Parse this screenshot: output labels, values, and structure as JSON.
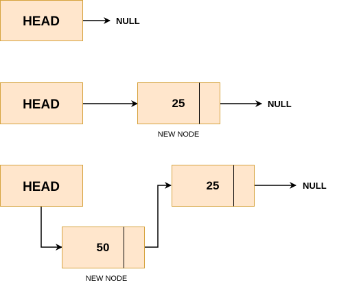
{
  "colors": {
    "box_fill": "#ffe6cc",
    "box_stroke": "#d6a23c",
    "line": "#000000"
  },
  "icons": [
    "arrowhead-icon"
  ],
  "diagram1": {
    "head_label": "HEAD",
    "null_label": "NULL"
  },
  "diagram2": {
    "head_label": "HEAD",
    "node_value": "25",
    "node_caption": "NEW NODE",
    "null_label": "NULL"
  },
  "diagram3": {
    "head_label": "HEAD",
    "new_node_value": "50",
    "new_node_caption": "NEW NODE",
    "node_value": "25",
    "null_label": "NULL"
  }
}
